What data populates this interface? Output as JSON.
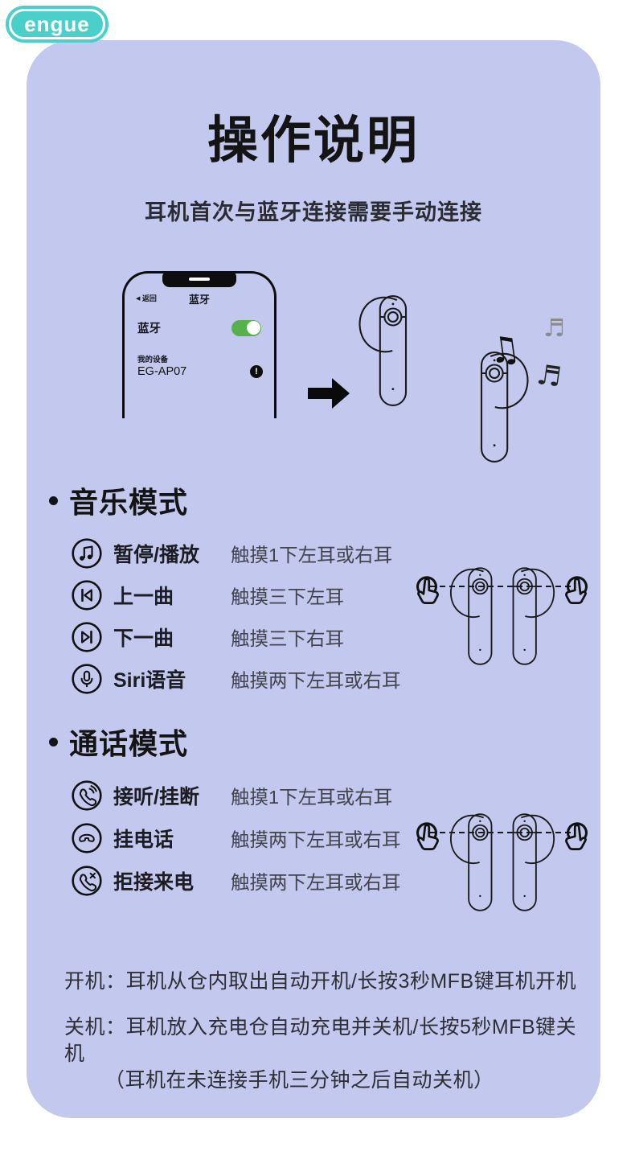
{
  "logo": {
    "text": "engue"
  },
  "colors": {
    "panel_bg": "#c3c9ee",
    "logo_teal": "#4bcfcb",
    "toggle_green": "#55b24a",
    "ink": "#141414",
    "desc_gray": "#43434b",
    "note_gray": "#8a8a8a"
  },
  "header": {
    "title": "操作说明",
    "subtitle": "耳机首次与蓝牙连接需要手动连接"
  },
  "phone": {
    "back_label": "返回",
    "nav_title": "蓝牙",
    "bluetooth_label": "蓝牙",
    "toggle_state": "on",
    "my_devices_label": "我的设备",
    "device_name": "EG-AP07",
    "info_mark": "!"
  },
  "music_mode": {
    "title": "音乐模式",
    "rows": [
      {
        "icon": "pause-play-icon",
        "label": "暂停/播放",
        "desc": "触摸1下左耳或右耳"
      },
      {
        "icon": "prev-track-icon",
        "label": "上一曲",
        "desc": "触摸三下左耳"
      },
      {
        "icon": "next-track-icon",
        "label": "下一曲",
        "desc": "触摸三下右耳"
      },
      {
        "icon": "siri-mic-icon",
        "label": "Siri语音",
        "desc": "触摸两下左耳或右耳"
      }
    ]
  },
  "call_mode": {
    "title": "通话模式",
    "rows": [
      {
        "icon": "answer-call-icon",
        "label": "接听/挂断",
        "desc": "触摸1下左耳或右耳"
      },
      {
        "icon": "hang-up-icon",
        "label": "挂电话",
        "desc": "触摸两下左耳或右耳"
      },
      {
        "icon": "reject-call-icon",
        "label": "拒接来电",
        "desc": "触摸两下左耳或右耳"
      }
    ]
  },
  "footer": {
    "power_on": "开机：耳机从仓内取出自动开机/长按3秒MFB键耳机开机",
    "power_off": "关机：耳机放入充电仓自动充电并关机/长按5秒MFB键关机",
    "power_off_note": "（耳机在未连接手机三分钟之后自动关机）"
  }
}
